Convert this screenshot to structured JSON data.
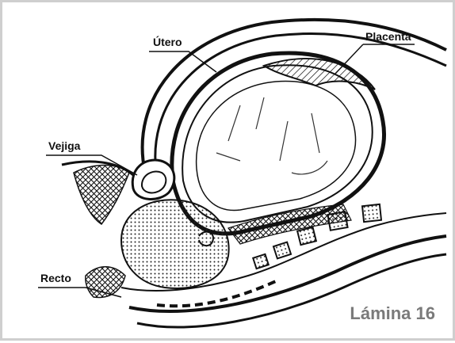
{
  "labels": {
    "utero": "Útero",
    "placenta": "Placenta",
    "vejiga": "Vejiga",
    "recto": "Recto"
  },
  "plate_label": "Lámina 16",
  "colors": {
    "ink": "#111111",
    "plate": "#7a7a7a",
    "frame": "#cfcfcf"
  }
}
